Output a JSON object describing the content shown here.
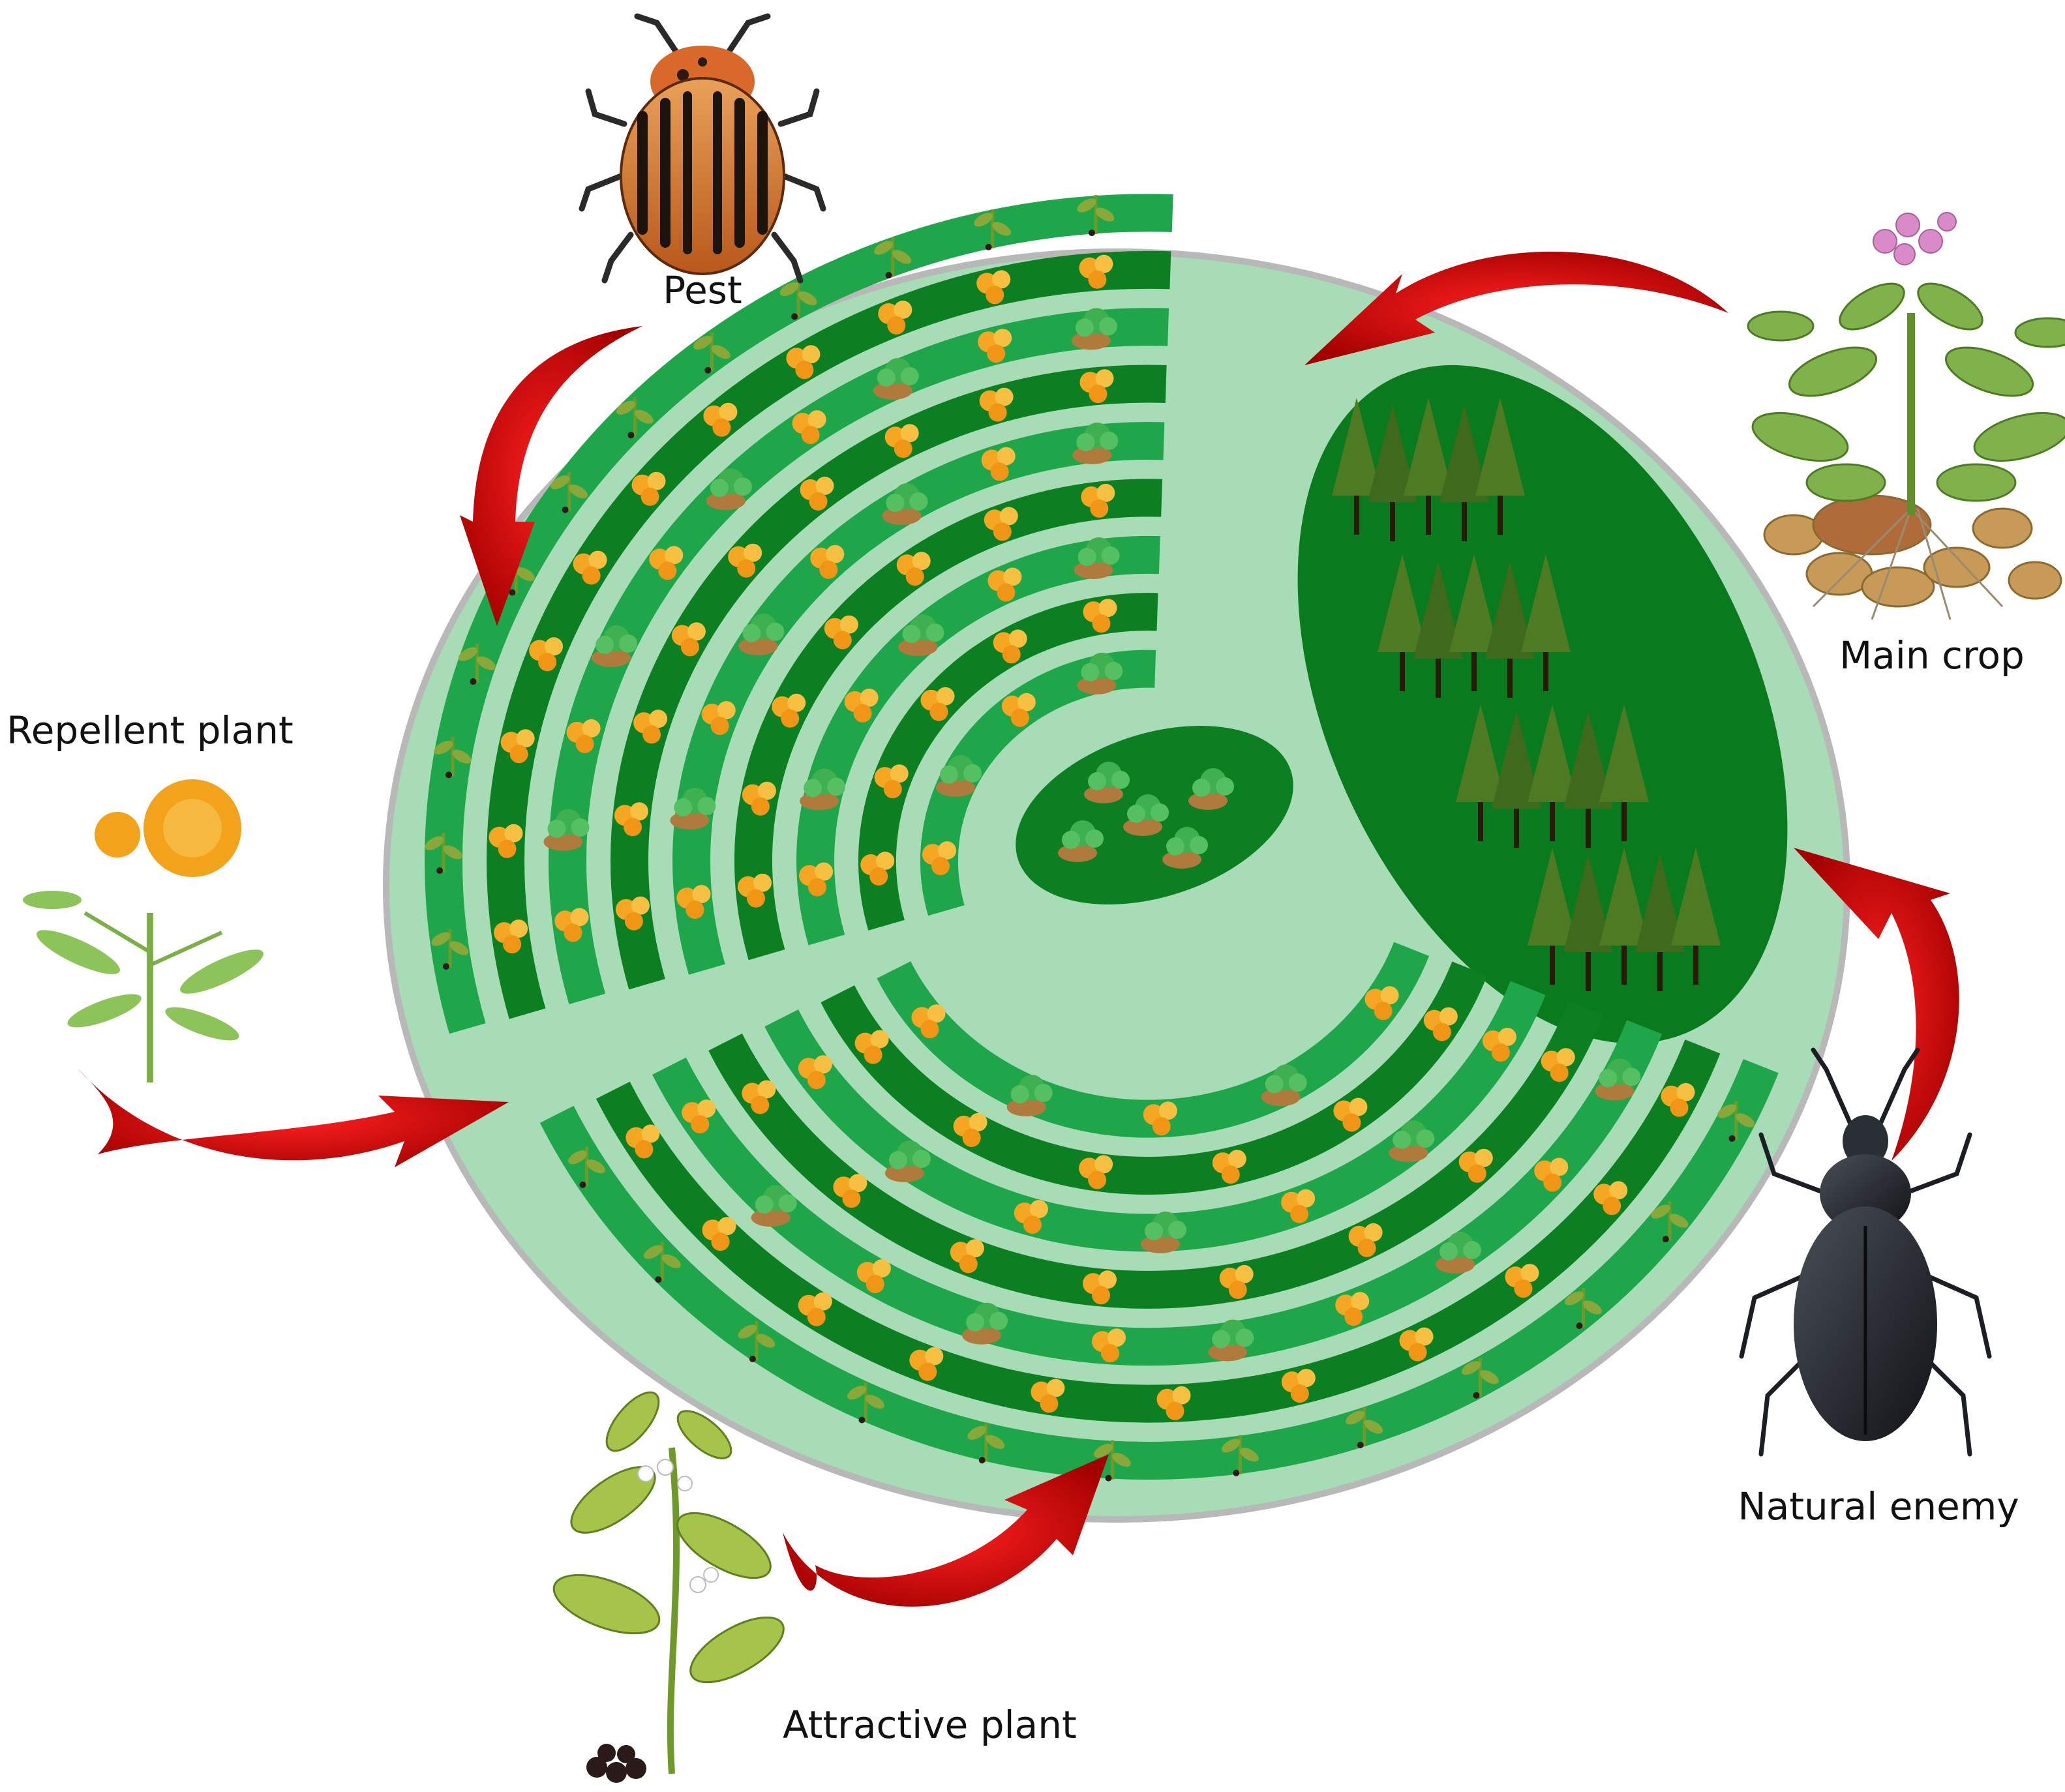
{
  "labels": {
    "pest": "Pest",
    "main_crop": "Main crop",
    "repellent_plant": "Repellent plant",
    "natural_enemy": "Natural enemy",
    "attractive_plant": "Attractive plant"
  },
  "colors": {
    "field": "#a7dcb6",
    "field_border": "#b8b8b8",
    "strip_medium": "#1fa64a",
    "strip_dark": "#0b7f22",
    "woodland": "#0a7a1f",
    "tree": "#4f7a24",
    "potato": "#b07a3c",
    "marigold": "#f5a623",
    "nightshade_leaf": "#6e9a2a",
    "arrow": "#e01212",
    "arrow_dark": "#9c0000",
    "pest_body": "#d96a1e",
    "enemy_body": "#1b1e24"
  },
  "icons": {
    "pest": "colorado-potato-beetle-icon",
    "natural_enemy": "ground-beetle-icon",
    "main_crop": "potato-plant-icon",
    "repellent_plant": "marigold-icon",
    "attractive_plant": "nightshade-icon"
  }
}
